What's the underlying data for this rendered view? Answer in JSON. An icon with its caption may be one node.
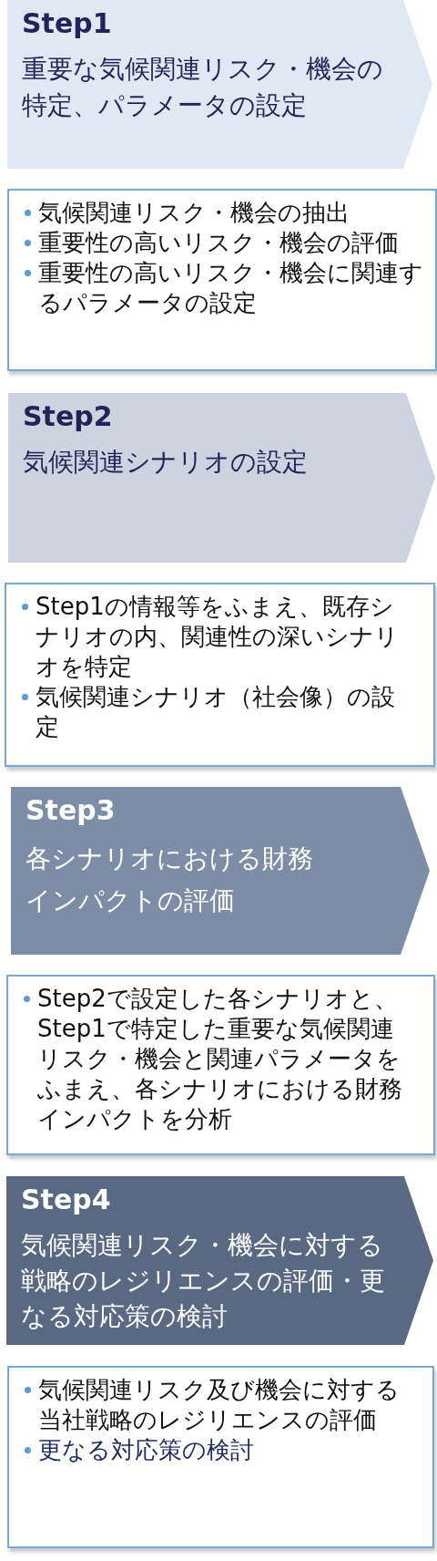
{
  "diagram": {
    "nodes": [
      {
        "text": [
          "Step1",
          "重要な気候関連リスク・機会の特定、パラメータの設定"
        ]
      },
      {
        "text": [
          "気候関連リスク・機会の抽出",
          "重要性の高いリスク・機会の評価",
          "重要性の高いリスク・機会に関連するパラメータの設定"
        ]
      },
      {
        "text": [
          "Step2",
          "気候関連シナリオの設定"
        ]
      },
      {
        "text": [
          "Step1の情報等をふまえ、既存シナリオの内、関連性の深いシナリオを特定",
          "気候関連シナリオ（社会像）の設定"
        ]
      },
      {
        "text": [
          "Step3",
          "各シナリオにおける財務インパクトの評価"
        ]
      },
      {
        "text": [
          "Step2で設定した各シナリオと、Step1で特定した重要な気候関連リスク・機会と関連パラメータをふまえ、各シナリオにおける財務インパクトを分析"
        ]
      },
      {
        "text": [
          "Step4",
          "気候関連リスク・機会に対する戦略のレジリエンスの評価・更なる対応策の検討"
        ]
      },
      {
        "text": [
          "気候関連リスク及び機会に対する当社戦略のレジリエンスの評価",
          "更なる対応策の検討"
        ]
      }
    ]
  }
}
